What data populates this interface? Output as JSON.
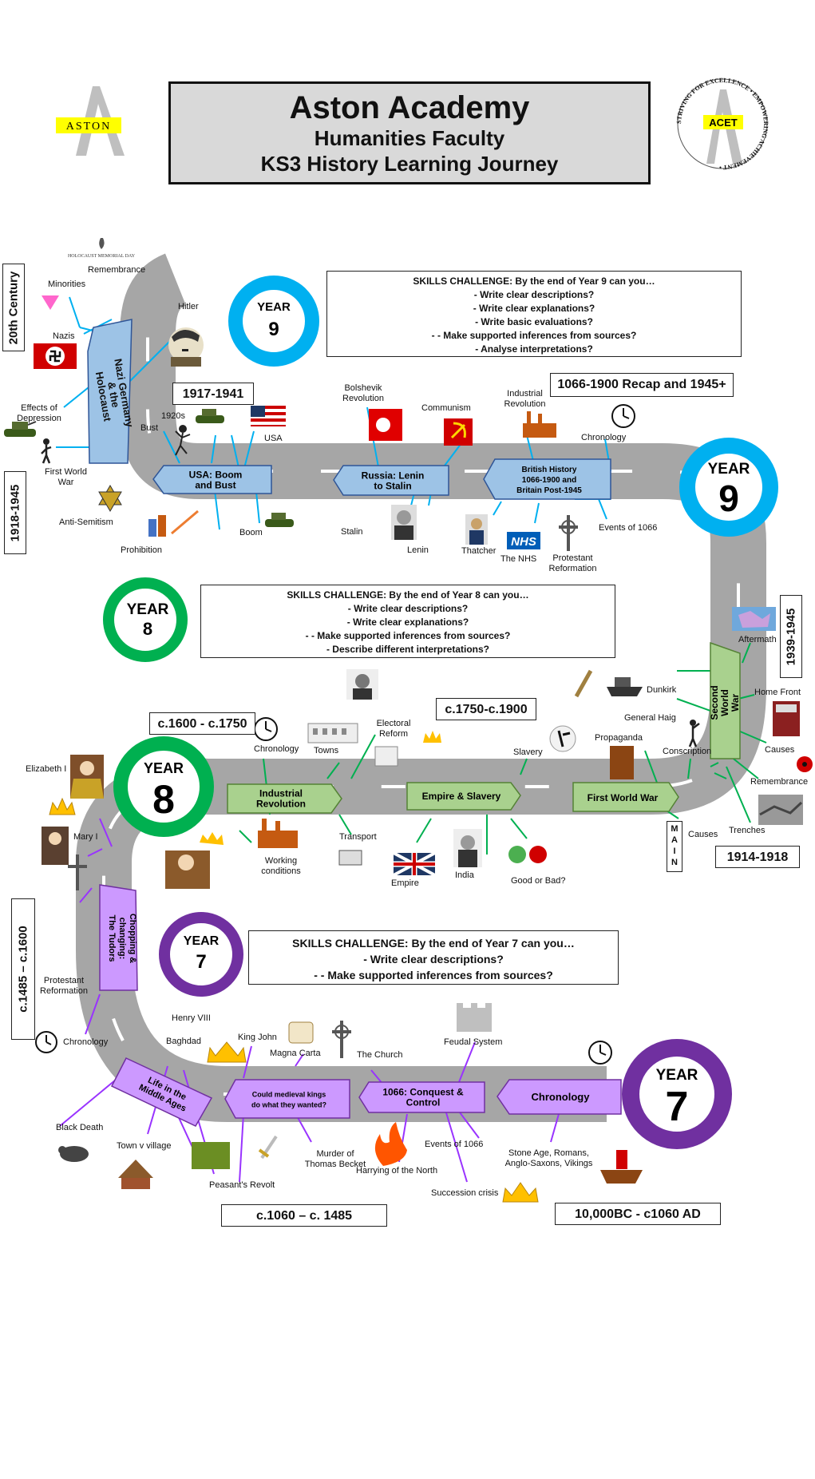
{
  "header": {
    "title": "Aston Academy",
    "subtitle": "Humanities Faculty",
    "subtitle2": "KS3 History Learning Journey"
  },
  "logos": {
    "left_text": "ASTON",
    "right_text": "ACET",
    "right_ring": "STRIVING FOR EXCELLENCE • EMPOWERING ACHIEVEMENT •"
  },
  "year_badges": {
    "y9_small_word": "YEAR",
    "y9_small_num": "9",
    "y9_big_word": "YEAR",
    "y9_big_num": "9",
    "y8_small_word": "YEAR",
    "y8_small_num": "8",
    "y8_big_word": "YEAR",
    "y8_big_num": "8",
    "y7_small_word": "YEAR",
    "y7_small_num": "7",
    "y7_big_word": "YEAR",
    "y7_big_num": "7"
  },
  "skills": {
    "y9": [
      "SKILLS CHALLENGE:  By the end of  Year 9 can you…",
      "- Write clear descriptions?",
      "- Write clear explanations?",
      "- Write basic evaluations?",
      "- - Make supported inferences from sources?",
      "- Analyse interpretations?"
    ],
    "y8": [
      "SKILLS CHALLENGE:  By the end of  Year 8 can you…",
      "- Write clear descriptions?",
      "- Write clear explanations?",
      "- - Make supported inferences from sources?",
      "- Describe different interpretations?"
    ],
    "y7": [
      "SKILLS CHALLENGE: By the end of  Year 7 can you…",
      "- Write clear descriptions?",
      "- - Make supported inferences from sources?"
    ]
  },
  "dates": {
    "d1917": "1917-1941",
    "d1066_1900": "1066-1900 Recap and 1945+",
    "d1600": "c.1600 - c.1750",
    "d1750": "c.1750-c.1900",
    "d1914": "1914-1918",
    "d1060": "c.1060 – c. 1485",
    "d10000": "10,000BC - c1060 AD"
  },
  "vertical_labels": {
    "century": "20th Century",
    "d1918": "1918-1945",
    "d1939": "1939-1945",
    "d1485": "c.1485 – c.1600",
    "main": "MAIN"
  },
  "units": {
    "nazi": "Nazi Germany & the Holocaust",
    "usa": "USA: Boom and Bust",
    "russia": "Russia: Lenin to Stalin",
    "british": "British History 1066-1900 and Britain Post-1945",
    "ww2": "Second World War",
    "industrial": "Industrial Revolution",
    "empire": "Empire & Slavery",
    "ww1": "First World War",
    "tudors": "Chopping & changing: The Tudors",
    "middle_ages": "Life in the Middle Ages",
    "medieval_kings": "Could medieval kings do what they wanted?",
    "conquest": "1066: Conquest & Control",
    "chronology": "Chronology"
  },
  "topics": {
    "holocaust_day": "HOLOCAUST MEMORIAL DAY",
    "remembrance_top": "Remembrance",
    "minorities": "Minorities",
    "nazis": "Nazis",
    "hitler": "Hitler",
    "effects_depression": "Effects of Depression",
    "first_world_war": "First World War",
    "anti_semitism": "Anti-Semitism",
    "prohibition": "Prohibition",
    "bust": "Bust",
    "twenties": "1920s",
    "usa": "USA",
    "boom": "Boom",
    "bolshevik": "Bolshevik Revolution",
    "communism": "Communism",
    "stalin": "Stalin",
    "lenin": "Lenin",
    "industrial_rev": "Industrial Revolution",
    "chronology_y9": "Chronology",
    "thatcher": "Thatcher",
    "nhs": "The NHS",
    "nhs_logo": "NHS",
    "protestant_ref_y9": "Protestant Reformation",
    "events_1066_y9": "Events of 1066",
    "aftermath": "Aftermath",
    "dunkirk": "Dunkirk",
    "general_haig": "General Haig",
    "home_front": "Home Front",
    "conscription": "Conscription",
    "causes_ww2": "Causes",
    "remembrance": "Remembrance",
    "propaganda": "Propaganda",
    "slavery": "Slavery",
    "electoral_reform": "Electoral Reform",
    "towns": "Towns",
    "chronology_y8": "Chronology",
    "transport": "Transport",
    "working_conditions": "Working conditions",
    "empire": "Empire",
    "india": "India",
    "good_bad": "Good or Bad?",
    "causes_ww1": "Causes",
    "trenches": "Trenches",
    "elizabeth": "Elizabeth I",
    "mary": "Mary I",
    "protestant_ref_y7": "Protestant Reformation",
    "chronology_y7": "Chronology",
    "henry_viii": "Henry VIII",
    "baghdad": "Baghdad",
    "king_john": "King John",
    "magna_carta": "Magna Carta",
    "the_church": "The Church",
    "feudal": "Feudal System",
    "black_death": "Black Death",
    "town_village": "Town v village",
    "peasants_revolt": "Peasant's Revolt",
    "murder_becket": "Murder of Thomas Becket",
    "harrying": "Harrying of the North",
    "events_1066_y7": "Events of 1066",
    "succession": "Succession crisis",
    "stone_age": "Stone Age, Romans, Anglo-Saxons, Vikings"
  },
  "colors": {
    "road": "#a6a6a6",
    "blue_ring": "#00b0f0",
    "green_ring": "#00b050",
    "purple_ring": "#7030a0",
    "blue_unit": "#9dc3e6",
    "green_unit": "#a9d18e",
    "purple_unit": "#cc99ff",
    "green_line": "#00b050",
    "blue_line": "#00b0f0",
    "purple_line": "#9933ff"
  }
}
